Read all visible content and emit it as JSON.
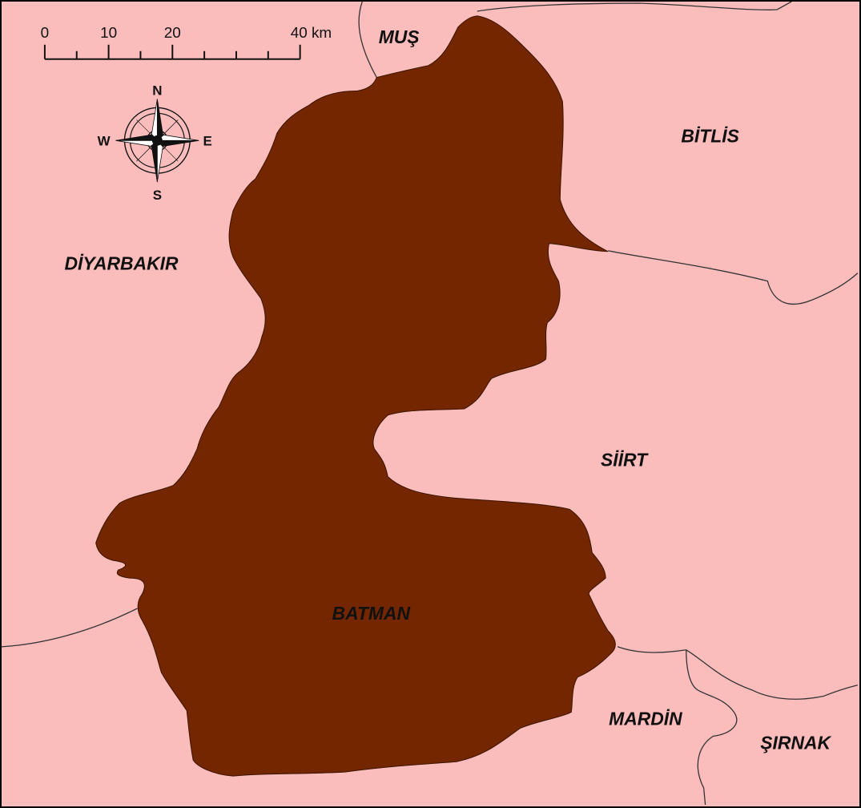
{
  "map": {
    "colors": {
      "surrounding": "#fbbcbc",
      "highlight": "#732600",
      "boundary": "#333333",
      "frame": "#000000"
    },
    "regions": {
      "mus": "MUŞ",
      "bitlis": "BİTLİS",
      "diyarbakir": "DİYARBAKIR",
      "siirt": "SİİRT",
      "batman": "BATMAN",
      "mardin": "MARDİN",
      "sirnak": "ŞIRNAK"
    },
    "scale_bar": {
      "tick_0": "0",
      "tick_10": "10",
      "tick_20": "20",
      "tick_40": "40 km"
    },
    "compass": {
      "north": "N",
      "south": "S",
      "east": "E",
      "west": "W",
      "icon": "compass-rose-icon"
    }
  }
}
